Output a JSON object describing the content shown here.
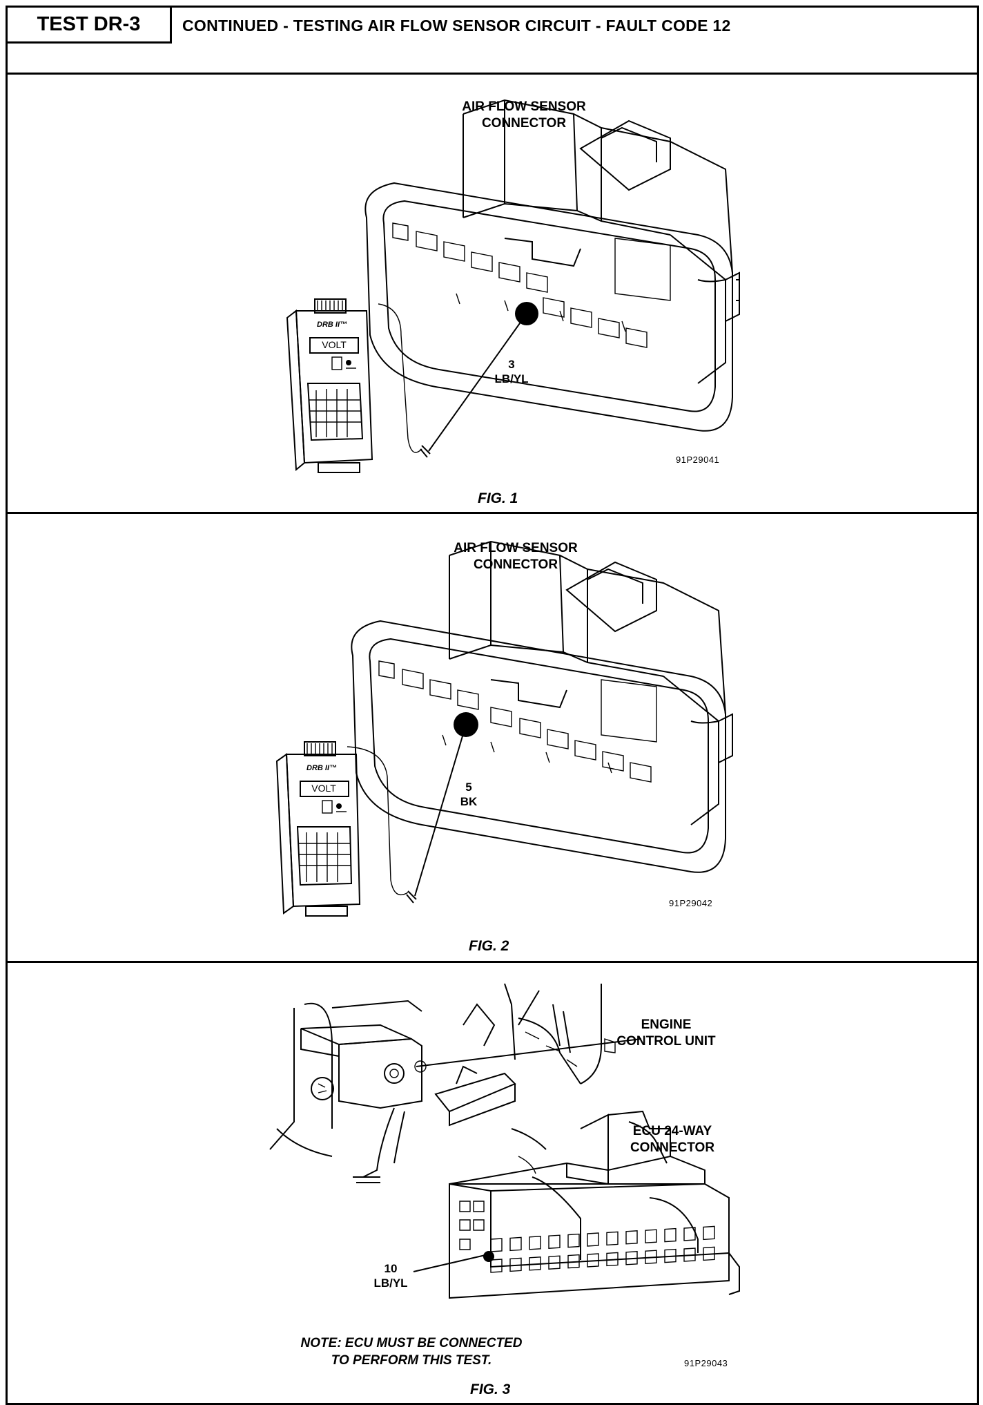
{
  "header": {
    "test_id": "TEST DR-3",
    "title": "CONTINUED - TESTING AIR FLOW SENSOR CIRCUIT - FAULT CODE 12"
  },
  "fig1": {
    "label_line1": "AIR FLOW SENSOR",
    "label_line2": "CONNECTOR",
    "pin_number": "3",
    "wire_color": "LB/YL",
    "tester_brand": "DRB II™",
    "tester_display": "VOLT",
    "image_code": "91P29041",
    "caption": "FIG. 1"
  },
  "fig2": {
    "label_line1": "AIR FLOW SENSOR",
    "label_line2": "CONNECTOR",
    "pin_number": "5",
    "wire_color": "BK",
    "tester_brand": "DRB II™",
    "tester_display": "VOLT",
    "image_code": "91P29042",
    "caption": "FIG. 2"
  },
  "fig3": {
    "ecu_label_line1": "ENGINE",
    "ecu_label_line2": "CONTROL UNIT",
    "connector_label_line1": "ECU 24-WAY",
    "connector_label_line2": "CONNECTOR",
    "pin_number": "10",
    "wire_color": "LB/YL",
    "note_line1": "NOTE: ECU MUST BE CONNECTED",
    "note_line2": "TO PERFORM THIS TEST.",
    "image_code": "91P29043",
    "caption": "FIG. 3"
  }
}
